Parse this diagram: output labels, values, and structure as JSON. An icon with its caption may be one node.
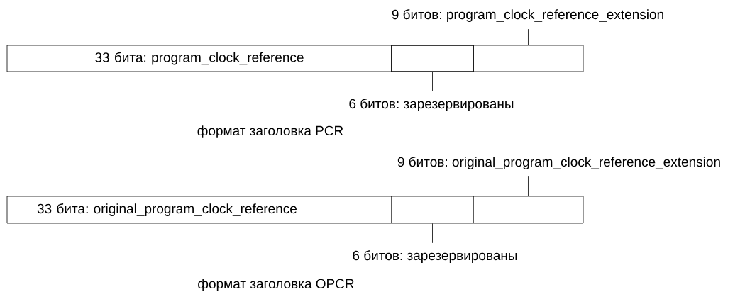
{
  "diagram": {
    "nodes": [
      {
        "text": [
          "9 битов: program_clock_reference_extension"
        ]
      },
      {
        "text": [
          "33 бита: program_clock_reference"
        ]
      },
      {
        "text": [],
        "shape": "box"
      },
      {
        "text": [],
        "shape": "box"
      },
      {
        "text": [
          "6 битов: зарезервированы"
        ]
      },
      {
        "text": [
          "9 битов: original_program_clock_reference_extension"
        ]
      },
      {
        "text": [
          "33 бита: original_program_clock_reference"
        ]
      },
      {
        "text": [],
        "shape": "box"
      },
      {
        "text": [],
        "shape": "box"
      },
      {
        "text": [
          "6 битов: зарезервированы"
        ]
      }
    ],
    "edges": [
      {
        "from": 0,
        "to": 3,
        "arrow": "none"
      },
      {
        "from": 4,
        "to": 2,
        "arrow": "none"
      },
      {
        "from": 5,
        "to": 8,
        "arrow": "none"
      },
      {
        "from": 9,
        "to": 7,
        "arrow": "none"
      }
    ],
    "labels": [
      "формат заголовка PCR",
      "формат заголовка OPCR"
    ]
  }
}
